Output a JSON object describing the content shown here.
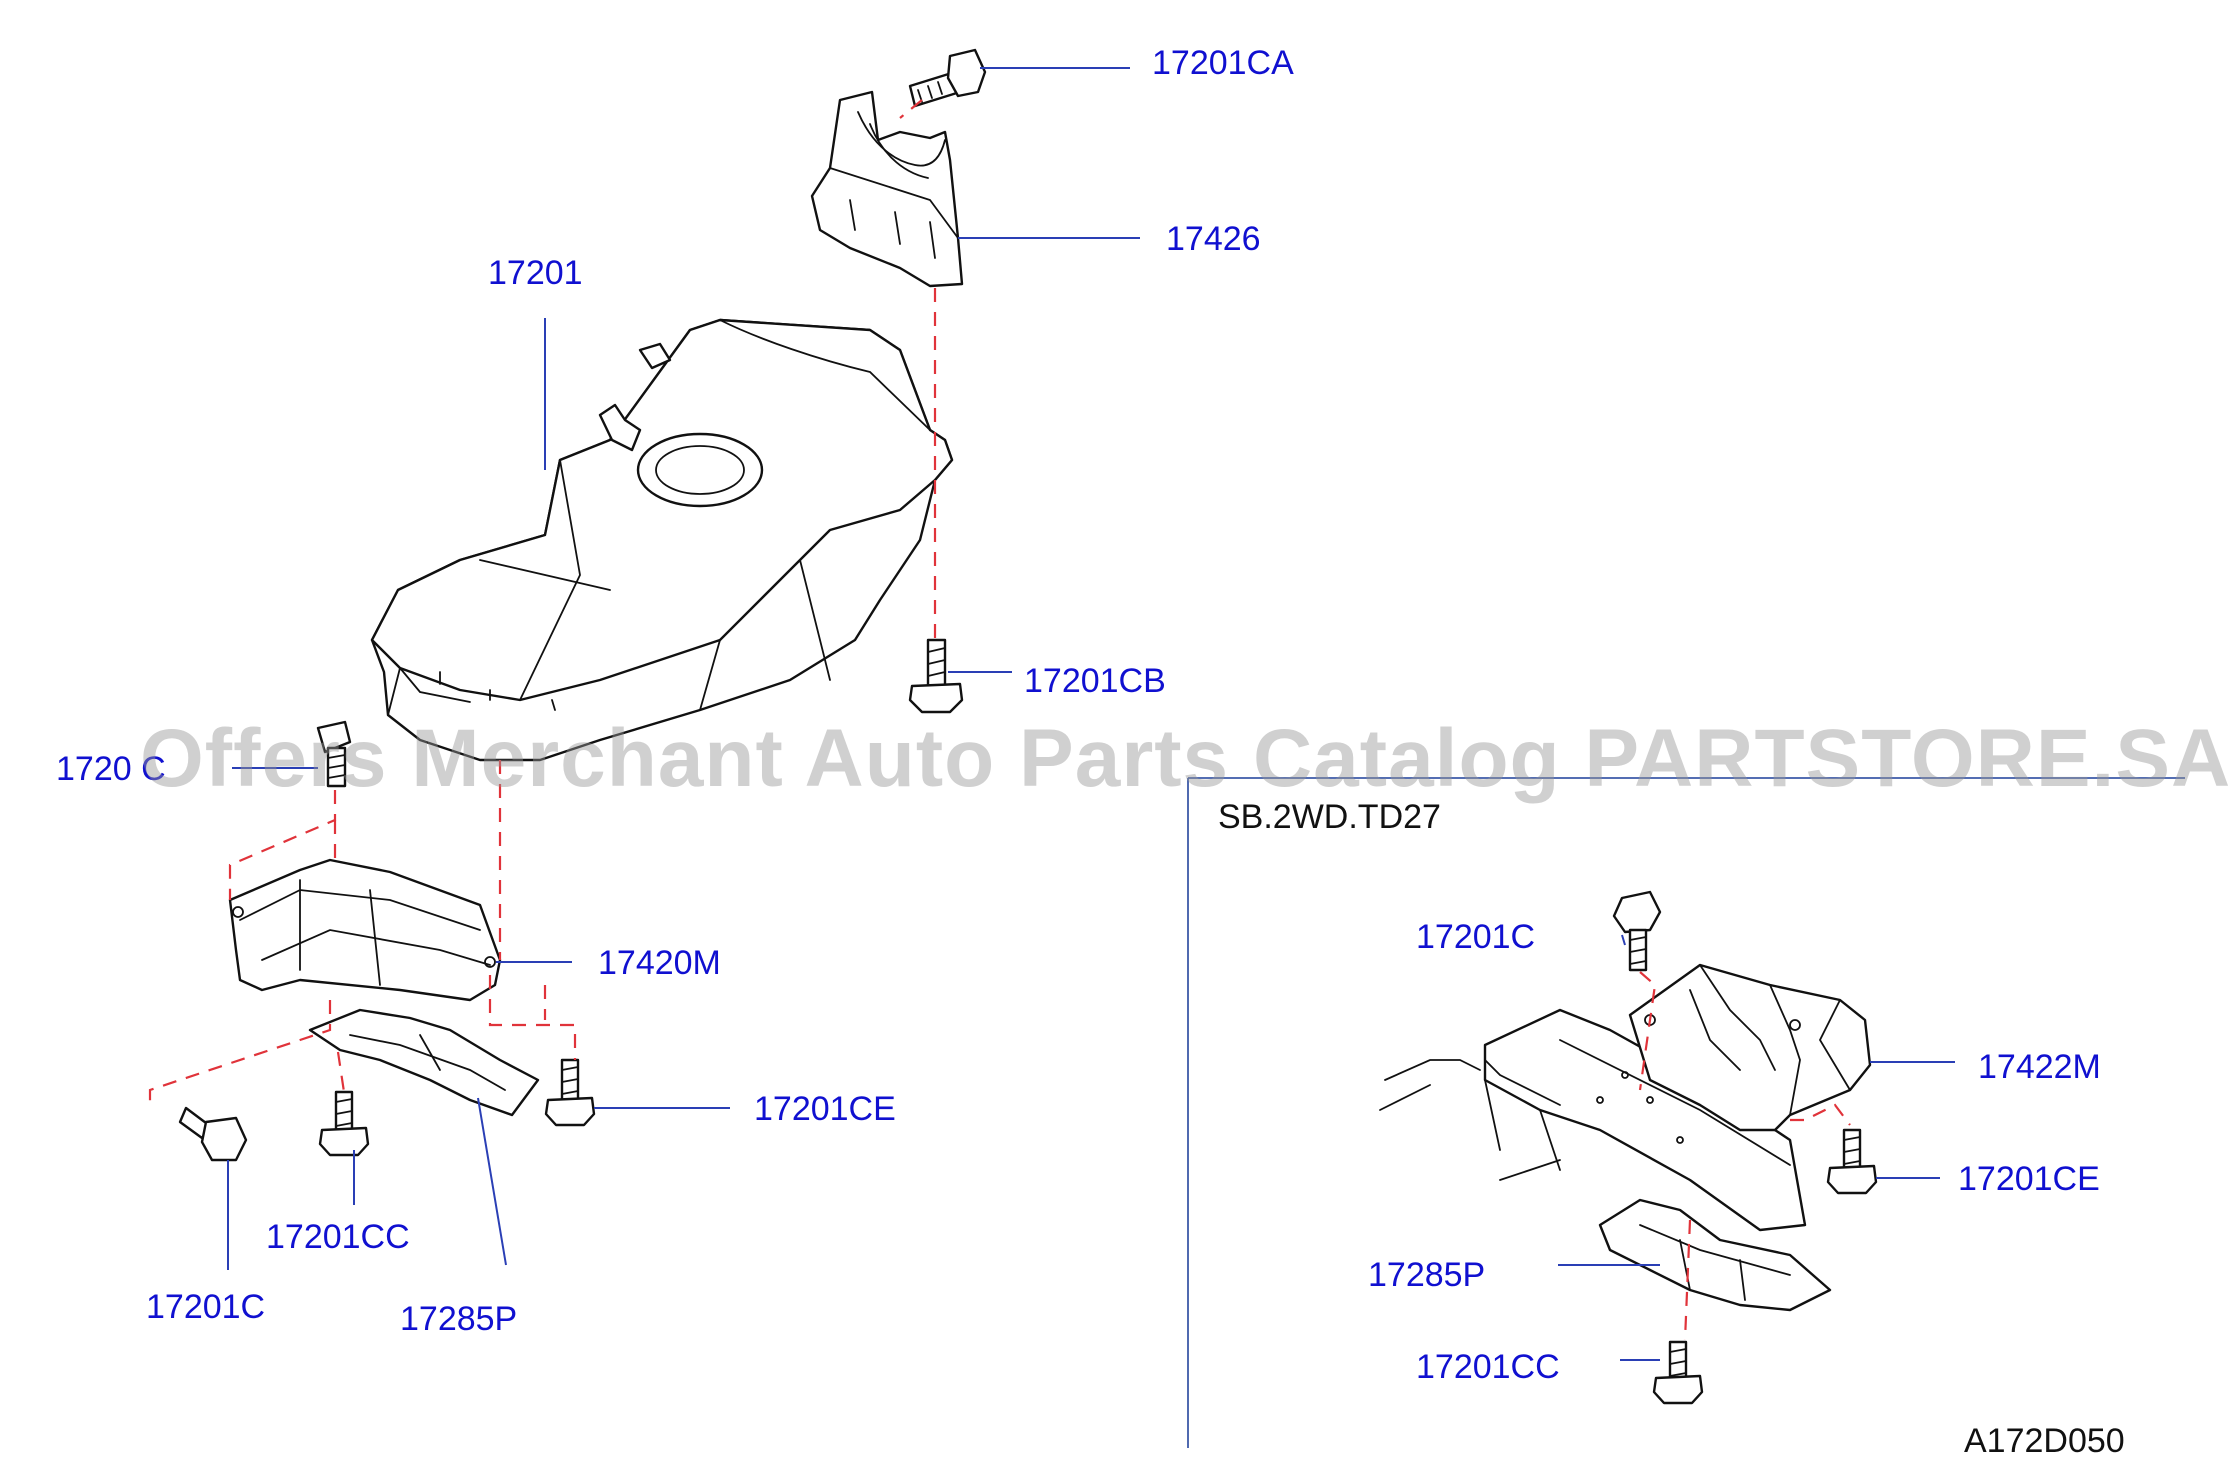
{
  "labels": {
    "p17201CA": "17201CA",
    "p17426": "17426",
    "p17201": "17201",
    "p17201CB": "17201CB",
    "p1720C": "1720 C",
    "p17420M": "17420M",
    "p17201CE_left": "17201CE",
    "p17201CC_left": "17201CC",
    "p17201C_left": "17201C",
    "p17285P_left": "17285P",
    "variant": "SB.2WD.TD27",
    "p17201C_right": "17201C",
    "p17422M": "17422M",
    "p17201CE_right": "17201CE",
    "p17285P_right": "17285P",
    "p17201CC_right": "17201CC",
    "diagram_code": "A172D050"
  },
  "watermark": "Offers Merchant Auto Parts Catalog PARTSTORE.SA",
  "colors": {
    "label": "#1010d0",
    "leader": "#2a3fb5",
    "dashed_guide": "#e0333a",
    "separator": "#3c5aa8",
    "watermark": "#969696"
  }
}
